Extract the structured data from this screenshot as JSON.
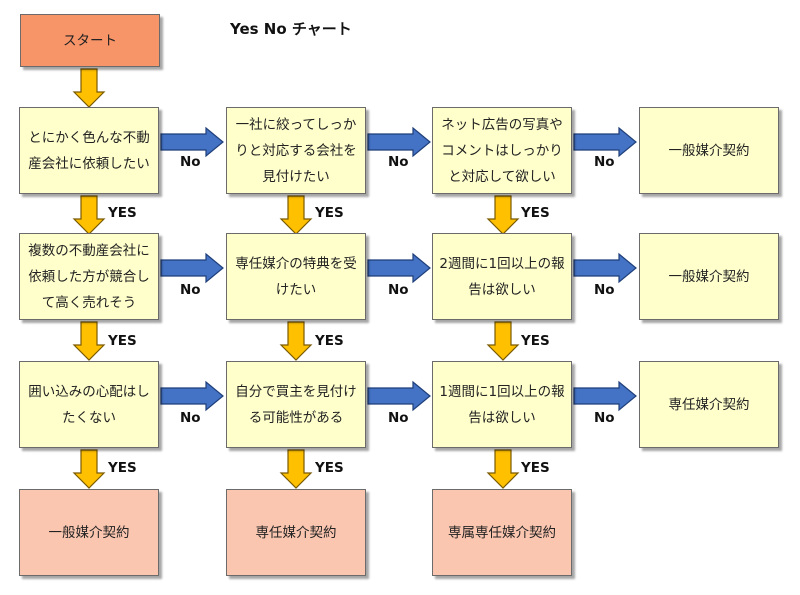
{
  "title": "Yes No チャート",
  "start": "スタート",
  "questions": {
    "r1c1": "とにかく色んな不動産会社に依頼したい",
    "r1c2": "一社に絞ってしっかりと対応する会社を見付けたい",
    "r1c3": "ネット広告の写真やコメントはしっかりと対応して欲しい",
    "r2c1": "複数の不動産会社に依頼した方が競合して高く売れそう",
    "r2c2": "専任媒介の特典を受けたい",
    "r2c3": "2週間に1回以上の報告は欲しい",
    "r3c1": "囲い込みの心配はしたくない",
    "r3c2": "自分で買主を見付ける可能性がある",
    "r3c3": "1週間に1回以上の報告は欲しい"
  },
  "results": {
    "r1": "一般媒介契約",
    "r2": "一般媒介契約",
    "r3": "専任媒介契約",
    "b1": "一般媒介契約",
    "b2": "専任媒介契約",
    "b3": "専属専任媒介契約"
  },
  "labels": {
    "yes": "YES",
    "no": "No"
  },
  "colors": {
    "question_fill": "#ffffcc",
    "start_fill": "#f79468",
    "final_fill": "#fbc6b0",
    "yes_arrow": "#ffc000",
    "no_arrow": "#4472c4"
  }
}
